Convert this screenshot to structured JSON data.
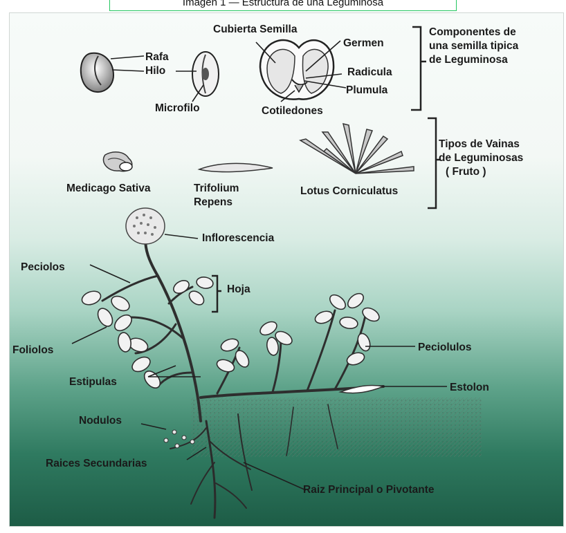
{
  "caption": "Imagen 1 — Estructura de una Leguminosa",
  "labels": {
    "rafa": "Rafa",
    "hilo": "Hilo",
    "microfilo": "Microfilo",
    "cubierta_semilla": "Cubierta Semilla",
    "germen": "Germen",
    "radicula": "Radicula",
    "plumula": "Plumula",
    "cotiledones": "Cotiledones",
    "componentes_line1": "Componentes de",
    "componentes_line2": "una semilla tipica",
    "componentes_line3": "de Leguminosa",
    "tipos_line1": "Tipos de Vainas",
    "tipos_line2": "de Leguminosas",
    "tipos_line3": "( Fruto )",
    "medicago": "Medicago Sativa",
    "trifolium_line1": "Trifolium",
    "trifolium_line2": "Repens",
    "lotus": "Lotus Corniculatus",
    "inflorescencia": "Inflorescencia",
    "peciolos": "Peciolos",
    "hoja": "Hoja",
    "foliolos": "Foliolos",
    "estipulas": "Estipulas",
    "peciolulos": "Peciolulos",
    "estolon": "Estolon",
    "nodulos": "Nodulos",
    "raices_secundarias": "Raices Secundarias",
    "raiz_principal": "Raiz Principal o Pivotante"
  }
}
